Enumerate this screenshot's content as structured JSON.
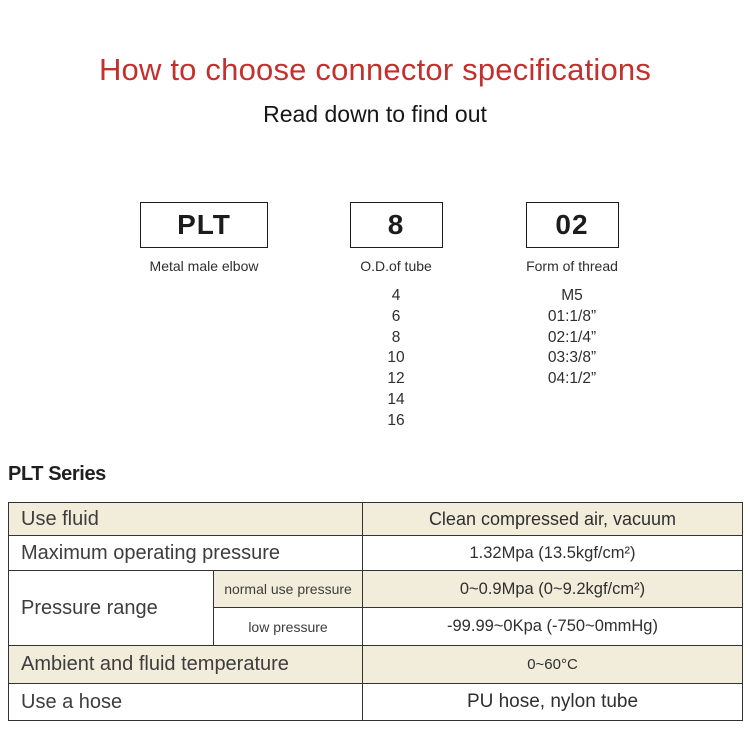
{
  "header": {
    "title": "How to choose connector specifications",
    "subtitle": "Read down to find out"
  },
  "diagram": {
    "segments": [
      {
        "code": "PLT",
        "label": "Metal male elbow",
        "options": []
      },
      {
        "code": "8",
        "label": "O.D.of tube",
        "options": [
          "4",
          "6",
          "8",
          "10",
          "12",
          "14",
          "16"
        ]
      },
      {
        "code": "02",
        "label": "Form of thread",
        "options": [
          "M5",
          "01:1/8”",
          "02:1/4”",
          "03:3/8”",
          "04:1/2”"
        ]
      }
    ]
  },
  "table": {
    "heading": "PLT Series",
    "rows": {
      "use_fluid": {
        "label": "Use fluid",
        "value": "Clean compressed air, vacuum"
      },
      "max_pressure": {
        "label": "Maximum operating pressure",
        "value": "1.32Mpa (13.5kgf/cm²)"
      },
      "pressure_range": {
        "label": "Pressure range",
        "normal": {
          "label": "normal use pressure",
          "value": "0~0.9Mpa (0~9.2kgf/cm²)"
        },
        "low": {
          "label": "low pressure",
          "value": "-99.99~0Kpa (-750~0mmHg)"
        }
      },
      "temperature": {
        "label": "Ambient and fluid temperature",
        "value": "0~60°C"
      },
      "hose": {
        "label": "Use a hose",
        "value": "PU hose, nylon tube"
      }
    }
  },
  "colors": {
    "title_red": "#c2312d",
    "row_beige": "#f2ecdb",
    "table_border": "#333333"
  }
}
